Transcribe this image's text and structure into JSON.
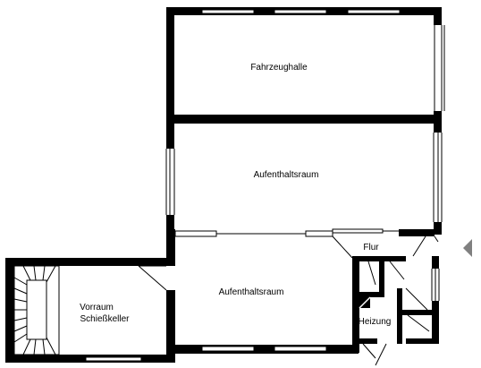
{
  "rooms": {
    "fahrzeughalle": "Fahrzeughalle",
    "aufenthaltsraum_upper": "Aufenthaltsraum",
    "aufenthaltsraum_lower": "Aufenthaltsraum",
    "vorraum_line1": "Vorraum",
    "vorraum_line2": "Schießkeller",
    "flur": "Flur",
    "heizung": "Heizung"
  },
  "colors": {
    "wall": "#000000",
    "background": "#ffffff",
    "marker": "#808080"
  },
  "icons": {
    "north_marker": "triangle-left-icon"
  }
}
